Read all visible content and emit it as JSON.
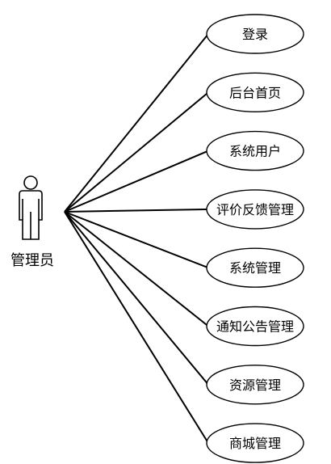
{
  "actor": {
    "label": "管理员",
    "icon": "stick-figure-actor-icon"
  },
  "use_cases": [
    {
      "label": "登录"
    },
    {
      "label": "后台首页"
    },
    {
      "label": "系统用户"
    },
    {
      "label": "评价反馈管理"
    },
    {
      "label": "系统管理"
    },
    {
      "label": "通知公告管理"
    },
    {
      "label": "资源管理"
    },
    {
      "label": "商城管理"
    }
  ],
  "colors": {
    "stroke": "#000000",
    "background": "#ffffff"
  }
}
